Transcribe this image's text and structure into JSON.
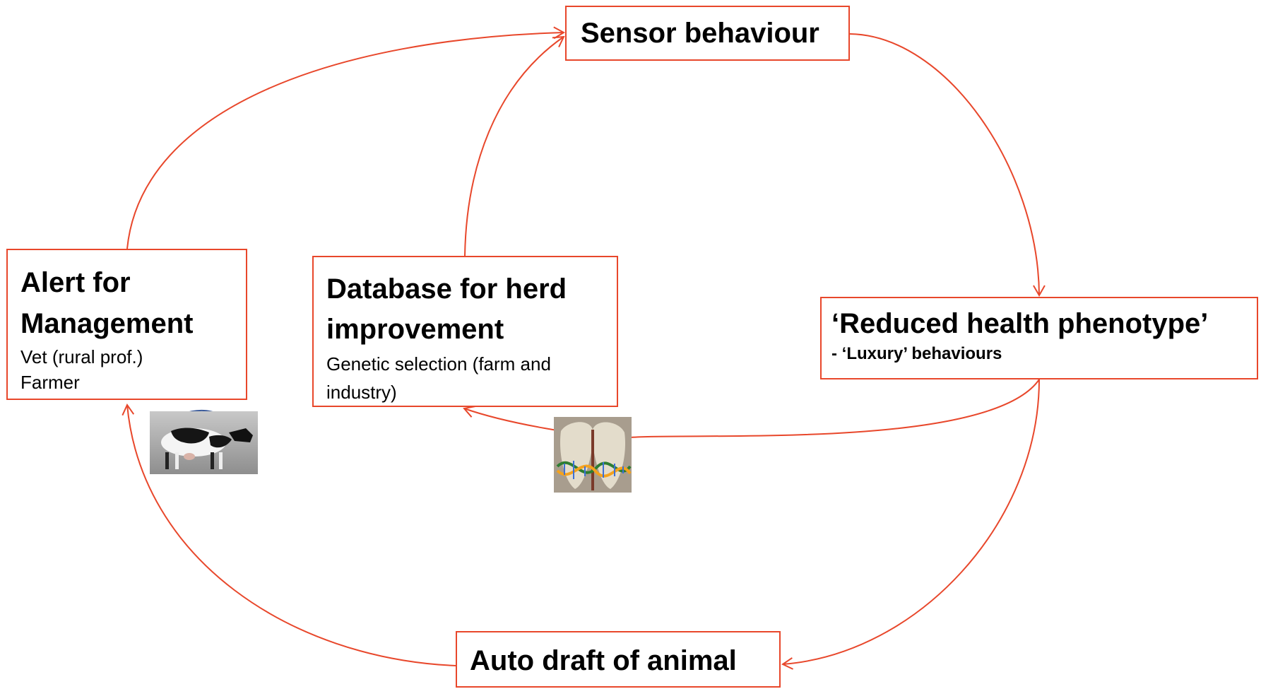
{
  "nodes": {
    "sensor": {
      "title": "Sensor behaviour"
    },
    "reduced": {
      "title": "‘Reduced health phenotype’",
      "sub": "- ‘Luxury’ behaviours"
    },
    "alert": {
      "title_line1": "Alert for",
      "title_line2": "Management",
      "sub_line1": "Vet (rural prof.)",
      "sub_line2": "Farmer"
    },
    "database": {
      "title_line1": "Database for herd",
      "title_line2": "improvement",
      "sub_line1": "Genetic selection (farm and",
      "sub_line2": "industry)"
    },
    "draft": {
      "title": "Auto draft of animal"
    }
  },
  "colors": {
    "accent": "#e8472b"
  },
  "images": {
    "cow": "cow-photo",
    "dna": "hoof-dna-photo"
  }
}
